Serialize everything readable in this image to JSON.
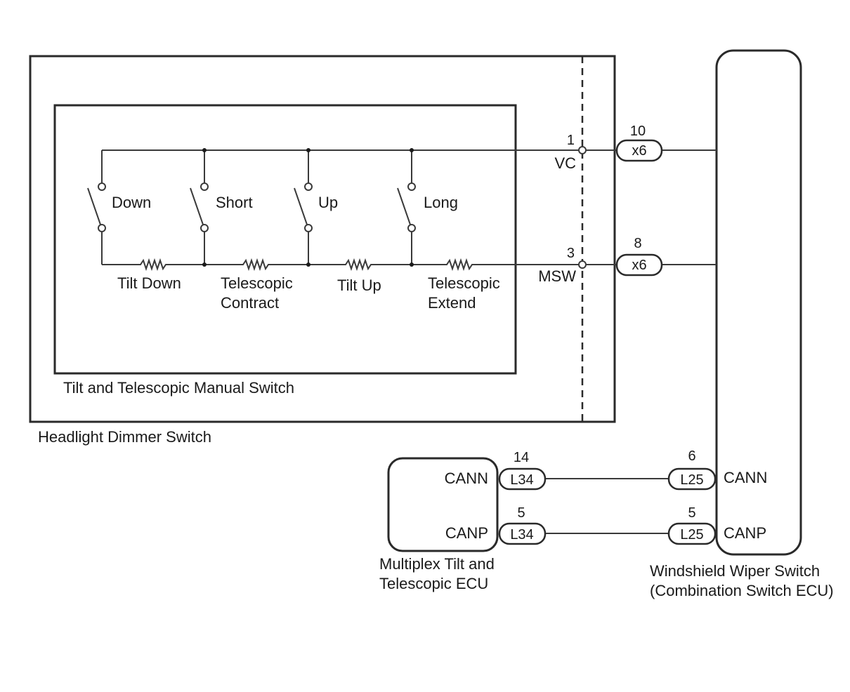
{
  "title": "",
  "components": {
    "headlight_dimmer_switch": "Headlight Dimmer Switch",
    "manual_switch": "Tilt and Telescopic Manual Switch",
    "ecu_line1": "Multiplex Tilt and",
    "ecu_line2": "Telescopic ECU",
    "wiper_line1": "Windshield Wiper Switch",
    "wiper_line2": "(Combination Switch ECU)"
  },
  "switches": [
    "Down",
    "Short",
    "Up",
    "Long"
  ],
  "resistors": {
    "tilt_down": "Tilt Down",
    "tel_contract_1": "Telescopic",
    "tel_contract_2": "Contract",
    "tilt_up": "Tilt Up",
    "tel_extend_1": "Telescopic",
    "tel_extend_2": "Extend"
  },
  "pins": {
    "vc_num": "1",
    "vc_name": "VC",
    "msw_num": "3",
    "msw_name": "MSW",
    "x6_vc_num": "10",
    "x6_msw_num": "8",
    "l34_cann_num": "14",
    "l34_canp_num": "5",
    "l25_cann_num": "6",
    "l25_canp_num": "5"
  },
  "connectors": {
    "x6": "x6",
    "l34": "L34",
    "l25": "L25"
  },
  "signals": {
    "ecu_cann": "CANN",
    "ecu_canp": "CANP",
    "wiper_cann": "CANN",
    "wiper_canp": "CANP"
  }
}
